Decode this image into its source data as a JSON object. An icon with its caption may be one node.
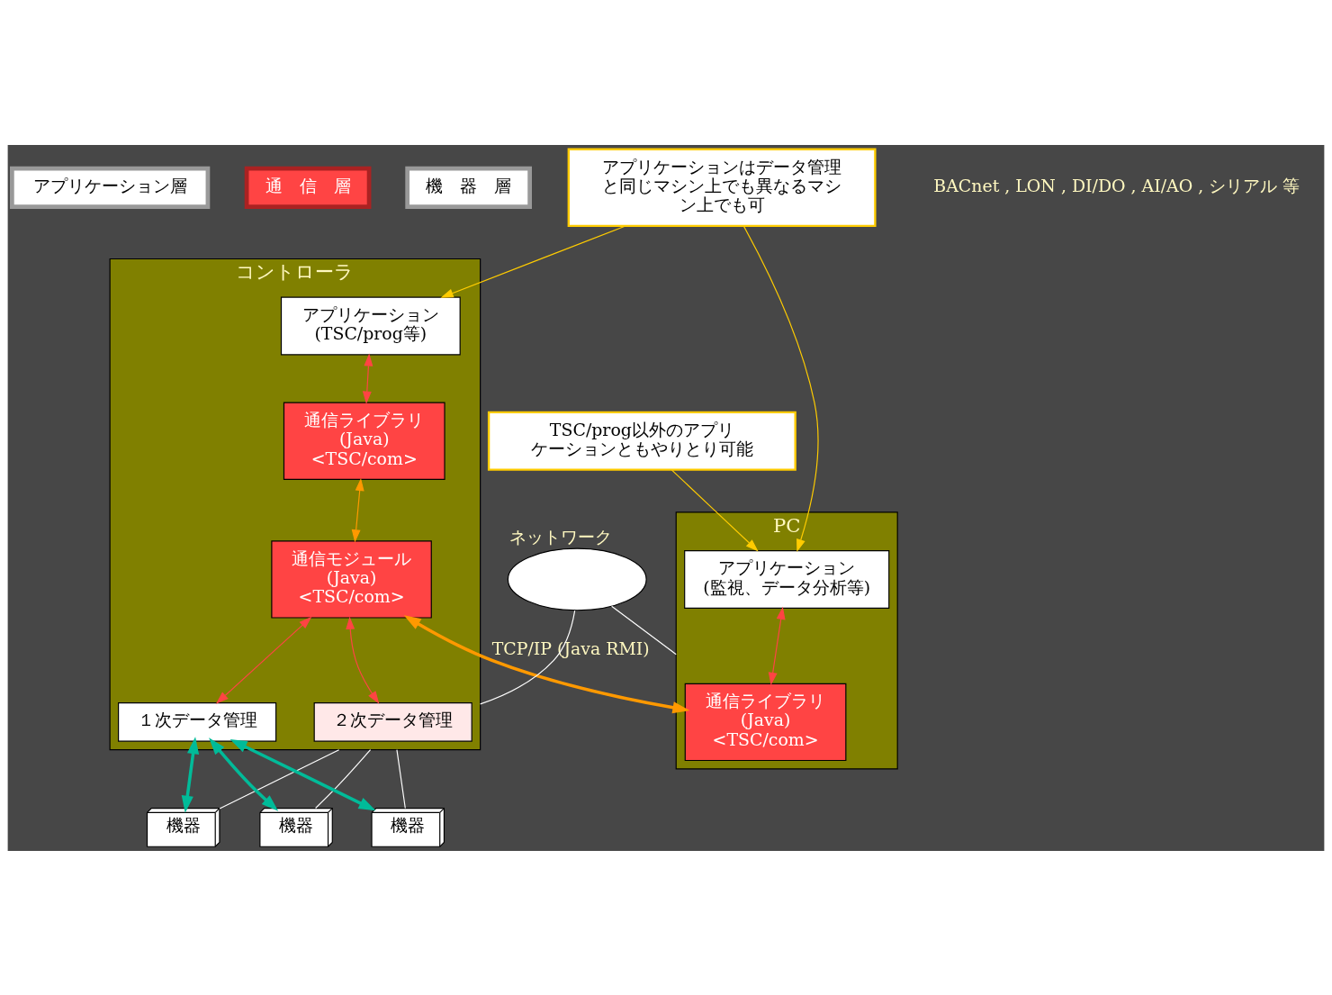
{
  "diagram": {
    "nodes": [
      {
        "text": [
          "アプリケーション層"
        ]
      },
      {
        "text": [
          "通　信　層"
        ]
      },
      {
        "text": [
          "機　器　層"
        ]
      },
      {
        "text": [
          "コントローラ"
        ]
      },
      {
        "text": [
          "アプリケーション",
          "(TSC/prog等)"
        ],
        "in": 3
      },
      {
        "text": [
          "通信ライブラリ",
          "(Java)",
          "<TSC/com>"
        ],
        "in": 3
      },
      {
        "text": [
          "通信モジュール",
          "(Java)",
          "<TSC/com>"
        ],
        "in": 3
      },
      {
        "text": [
          "２次データ管理"
        ],
        "in": 3
      },
      {
        "text": [
          "１次データ管理"
        ],
        "in": 3
      },
      {
        "text": [
          "PC"
        ]
      },
      {
        "text": [
          "アプリケーション",
          "(監視、データ分析等)"
        ],
        "in": 9
      },
      {
        "text": [
          "通信ライブラリ",
          "(Java)",
          "<TSC/com>"
        ],
        "in": 9
      },
      {
        "text": [],
        "shape": "ellipse",
        "beside": [
          "ネットワーク"
        ]
      },
      {
        "text": [
          "機器"
        ]
      },
      {
        "text": [
          "機器"
        ]
      },
      {
        "text": [
          "機器"
        ]
      },
      {
        "text": [
          "TSC/prog以外のアプリケーションともやりとり可能"
        ]
      },
      {
        "text": [
          "アプリケーションはデータ管理と同じマシン上でも異なるマシン上でも可"
        ]
      }
    ],
    "edges": [
      {
        "from": 4,
        "to": 5,
        "arrow": "both",
        "color": "#ff4444"
      },
      {
        "from": 5,
        "to": 6,
        "arrow": "both",
        "color": "#ff9900"
      },
      {
        "from": 6,
        "to": 11,
        "arrow": "both",
        "label": "TCP/IP (Java RMI)",
        "style": "thick",
        "color": "#ff9900"
      },
      {
        "from": 6,
        "to": 7,
        "arrow": "both",
        "color": "#ff4444"
      },
      {
        "from": 6,
        "to": 8,
        "arrow": "both",
        "color": "#ff4444"
      },
      {
        "from": 10,
        "to": 11,
        "arrow": "both",
        "color": "#ff4444"
      },
      {
        "from": 17,
        "to": 4,
        "arrow": "to",
        "color": "#ffcc00"
      },
      {
        "from": 17,
        "to": 10,
        "arrow": "to",
        "color": "#ffcc00"
      },
      {
        "from": 16,
        "to": 10,
        "arrow": "to",
        "color": "#ffcc00"
      },
      {
        "from": 12,
        "to": 3,
        "arrow": "none"
      },
      {
        "from": 12,
        "to": 9,
        "arrow": "none"
      },
      {
        "from": 3,
        "to": 13,
        "arrow": "none"
      },
      {
        "from": 3,
        "to": 14,
        "arrow": "none"
      },
      {
        "from": 3,
        "to": 15,
        "arrow": "none"
      },
      {
        "from": 8,
        "to": 13,
        "arrow": "both",
        "style": "thick",
        "color": "#00bb99"
      },
      {
        "from": 8,
        "to": 14,
        "arrow": "both",
        "style": "thick",
        "color": "#00bb99"
      },
      {
        "from": 8,
        "to": 15,
        "arrow": "both",
        "style": "thick",
        "color": "#00bb99"
      }
    ],
    "labels": [
      "BACnet , LON , DI/DO , AI/AO , シリアル 等"
    ]
  }
}
